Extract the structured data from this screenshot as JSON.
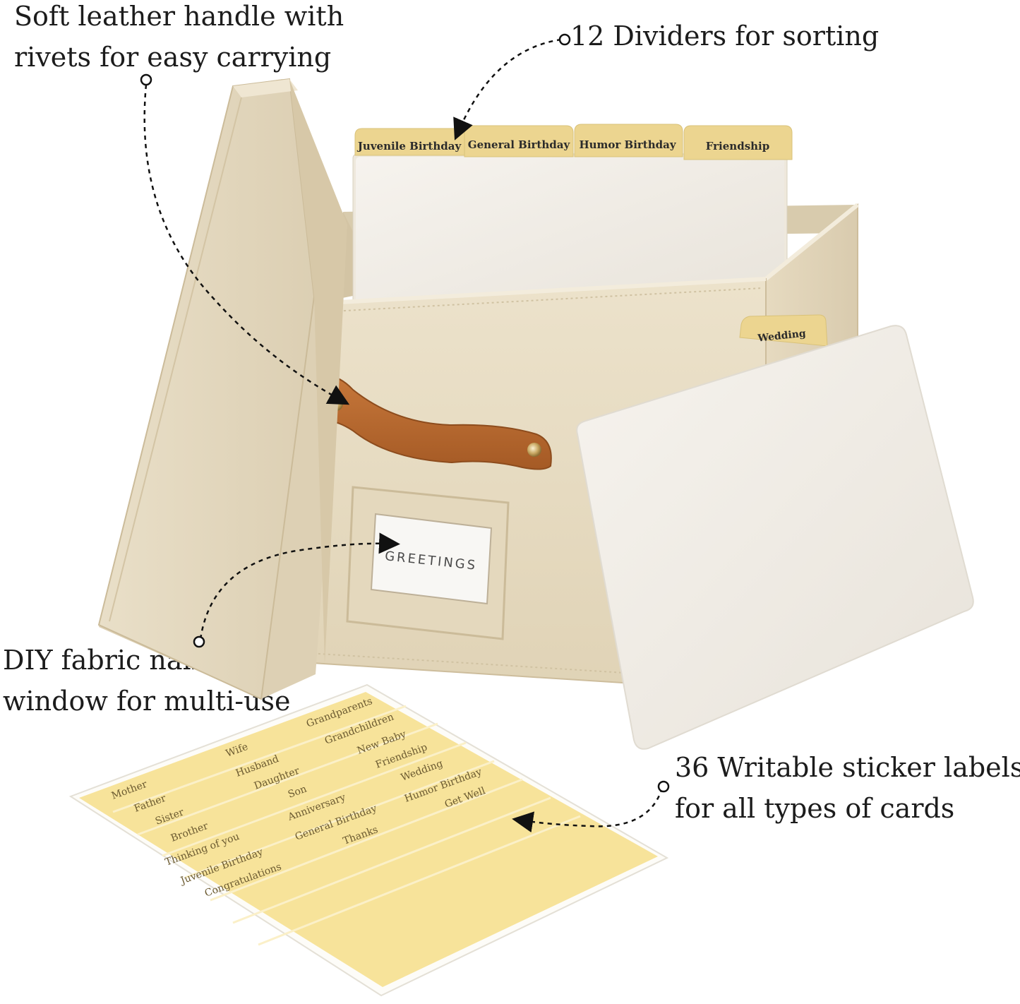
{
  "callouts": {
    "handle": {
      "line1": "Soft leather handle with",
      "line2": "rivets for easy carrying"
    },
    "dividers": {
      "line1": "12 Dividers for sorting"
    },
    "tag": {
      "line1": "DIY fabric name tag",
      "line2": "window for multi-use"
    },
    "stickers": {
      "line1": "36 Writable sticker labels",
      "line2": "for all types of cards"
    }
  },
  "divider_tabs": [
    "Juvenile Birthday",
    "General Birthday",
    "Humor Birthday",
    "Friendship"
  ],
  "loose_divider_tab": "Wedding",
  "name_tag": "GREETINGS",
  "sticker_labels": {
    "col1": [
      "Mother",
      "Father",
      "Sister",
      "Brother",
      "Thinking of you",
      "Juvenile Birthday",
      "Congratulations"
    ],
    "col2": [
      "Wife",
      "Husband",
      "Daughter",
      "Son",
      "Anniversary",
      "General Birthday",
      "Thanks"
    ],
    "col3": [
      "Grandparents",
      "Grandchildren",
      "New Baby",
      "Friendship",
      "Wedding",
      "Humor Birthday",
      "Get Well"
    ]
  },
  "colors": {
    "fabric": "#e7dcc4",
    "fabric_shadow": "#d6c8aa",
    "leather": "#b8692f",
    "tab_yellow": "#ecd590",
    "sticker_yellow": "#f7e39a",
    "divider_card": "#f1ece2"
  }
}
